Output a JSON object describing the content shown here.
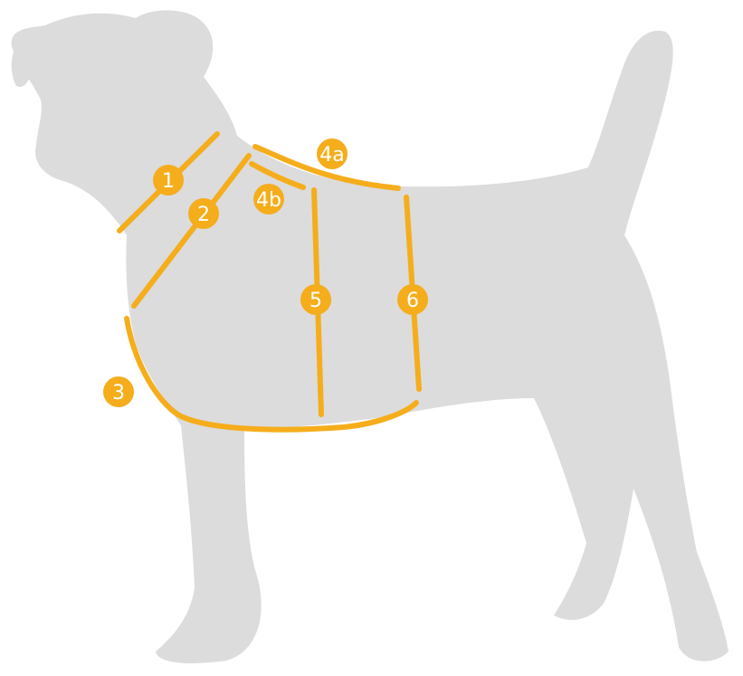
{
  "colors": {
    "background": "#ffffff",
    "silhouette": "#dcdcdc",
    "measure_line": "#f5ad1b",
    "label_circle": "#f5ad1b",
    "label_text": "#ffffff"
  },
  "icons": {
    "dog": "dog-silhouette-icon"
  },
  "measurements": [
    {
      "id": "1",
      "label": "1"
    },
    {
      "id": "2",
      "label": "2"
    },
    {
      "id": "3",
      "label": "3"
    },
    {
      "id": "4a",
      "label": "4a"
    },
    {
      "id": "4b",
      "label": "4b"
    },
    {
      "id": "5",
      "label": "5"
    },
    {
      "id": "6",
      "label": "6"
    }
  ]
}
